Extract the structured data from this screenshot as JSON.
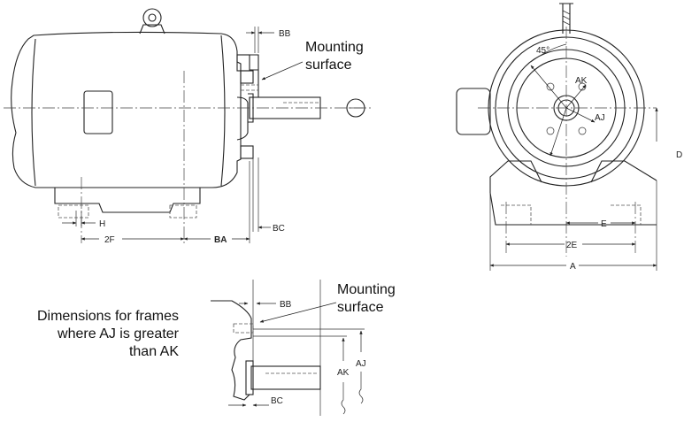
{
  "callouts": {
    "mounting_surface_top": [
      "Mounting",
      "surface"
    ],
    "mounting_surface_detail": [
      "Mounting",
      "surface"
    ]
  },
  "note_lines": [
    "Dimensions for frames",
    "where AJ is greater",
    "than AK"
  ],
  "dimension_labels": {
    "bb": "BB",
    "bc": "BC",
    "h": "H",
    "two_f": "2F",
    "ba": "BA",
    "angle": "45°",
    "ak": "AK",
    "aj": "AJ",
    "d": "D",
    "e": "E",
    "two_e": "2E",
    "a": "A"
  }
}
